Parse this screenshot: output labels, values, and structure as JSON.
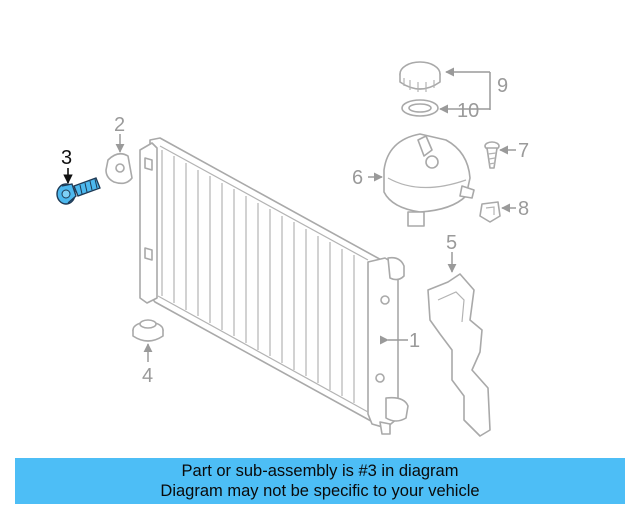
{
  "callouts": {
    "c1": "1",
    "c2": "2",
    "c3": "3",
    "c4": "4",
    "c5": "5",
    "c6": "6",
    "c7": "7",
    "c8": "8",
    "c9": "9",
    "c10": "10"
  },
  "highlight_part": "3",
  "colors": {
    "banner": "#4dbef6",
    "highlight_part": "#4db8ee",
    "outline": "#a9a9a9",
    "label": "#9a9a9a"
  },
  "banner": {
    "line1": "Part or sub-assembly is #3 in diagram",
    "line2": "Diagram may not be specific to your vehicle"
  }
}
